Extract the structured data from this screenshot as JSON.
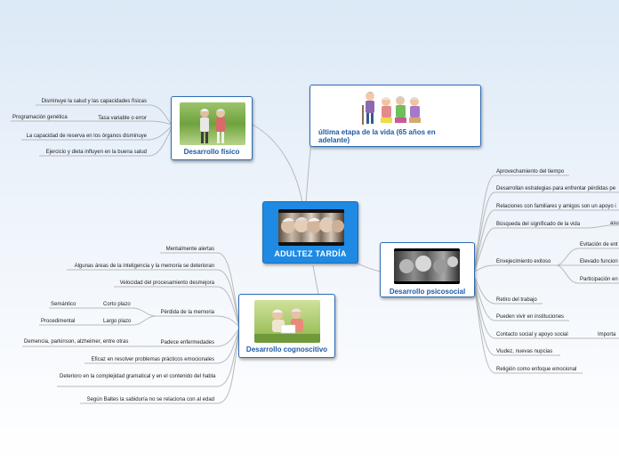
{
  "center": {
    "title": "ADULTEZ TARDÍA"
  },
  "stage": {
    "title": "última etapa de la vida (65 años en adelante)"
  },
  "fisico": {
    "title": "Desarrollo físico",
    "leaves": [
      "Disminuye la salud y las capacidades físicas",
      "Tasa variable o error",
      "Programación genética",
      "La capacidad de reserva en los órganos disminuye",
      "Ejercicio y dieta influyen en la buena salud"
    ]
  },
  "cognitivo": {
    "title": "Desarrollo cognoscitivo",
    "leaves": [
      "Mentalmente alertas",
      "Algunas áreas de la inteligencia y la memoria se deterioran",
      "Velocidad del procesamiento desmejora",
      "Pérdida de la memoria",
      "Corto plazo",
      "Semántico",
      "Largo plazo",
      "Procedimental",
      "Padece enfermedades",
      "Demencia, parkinson, alzheimer, entre otras",
      "Eficaz en resolver problemas prácticos emocionales",
      "Deterioro en la complejidad gramatical y en el contenido del habla",
      "Según Baltes la sabiduría no se relaciona con al edad"
    ]
  },
  "psicosocial": {
    "title": "Desarrollo psicosocial",
    "leaves": [
      "Aprovechamiento del tiempo",
      "Desarrollan estrategias para enfrentar pérdidas pe",
      "Relaciones con familiares y amigos son un apoyo i",
      "Búsqueda del significado de la vida",
      "asu",
      "Envejecimiento exitoso",
      "Evitación de ent",
      "Elevado funcion",
      "Participación en",
      "Retiro del trabajo",
      "Pueden vivir en instituciones",
      "Contacto social y apoyo social",
      "Importa",
      "Viudez, nuevas nupcias",
      "Religión como enfoque emocional"
    ]
  },
  "colors": {
    "link": "#b7b7b7",
    "node_border": "#2f6cb3",
    "center_fill": "#1e8ae4",
    "title_text": "#1d5aa6"
  }
}
